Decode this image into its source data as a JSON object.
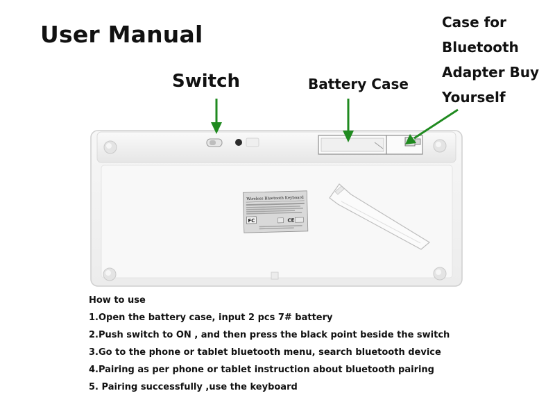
{
  "title": "User Manual",
  "labels": {
    "switch": "Switch",
    "battery_case": "Battery Case",
    "adapter_case": [
      "Case for",
      "Bluetooth",
      "Adapter Buy",
      "Yourself"
    ]
  },
  "sticker": {
    "heading": "Wireless Bluetooth Keyboard",
    "fc_mark": "FC",
    "ce_mark": "CE"
  },
  "instructions": {
    "heading": "How to use",
    "steps": [
      "1.Open the battery case, input 2 pcs 7# battery",
      "2.Push switch to ON , and then press the black point beside the switch",
      "3.Go to the phone or tablet bluetooth menu, search bluetooth device",
      "4.Pairing as per phone or tablet instruction about bluetooth pairing",
      "5. Pairing successfully ,use the keyboard"
    ]
  },
  "colors": {
    "arrow": "#1f8a1f",
    "keyboard_body": "#f4f4f4",
    "keyboard_edge": "#cfcfcf"
  }
}
